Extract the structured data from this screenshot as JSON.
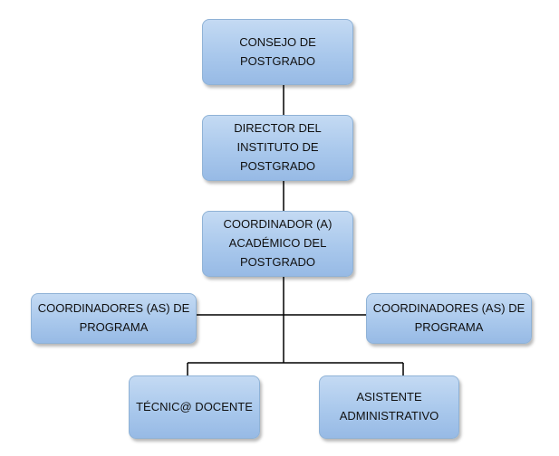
{
  "org_chart": {
    "nodes": {
      "consejo": "CONSEJO DE POSTGRADO",
      "director": "DIRECTOR DEL INSTITUTO DE POSTGRADO",
      "coordinador_academico": "COORDINADOR (A) ACADÉMICO DEL POSTGRADO",
      "coordinadores_programa_left": "COORDINADORES (AS) DE PROGRAMA",
      "coordinadores_programa_right": "COORDINADORES (AS) DE PROGRAMA",
      "tecnico_docente": "TÉCNIC@ DOCENTE",
      "asistente_administrativo": "ASISTENTE ADMINISTRATIVO"
    },
    "colors": {
      "box_fill": "#a9c8ec",
      "box_border": "#8fb2d6",
      "connector": "#000000"
    }
  }
}
